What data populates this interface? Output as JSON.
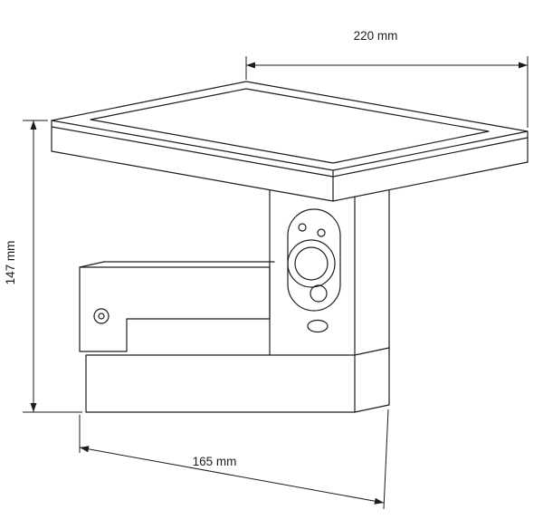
{
  "figure": {
    "dimensions": {
      "width_label": "220 mm",
      "height_label": "147 mm",
      "depth_label": "165 mm"
    },
    "colors": {
      "line": "#1d1d1d",
      "background": "#ffffff"
    }
  }
}
